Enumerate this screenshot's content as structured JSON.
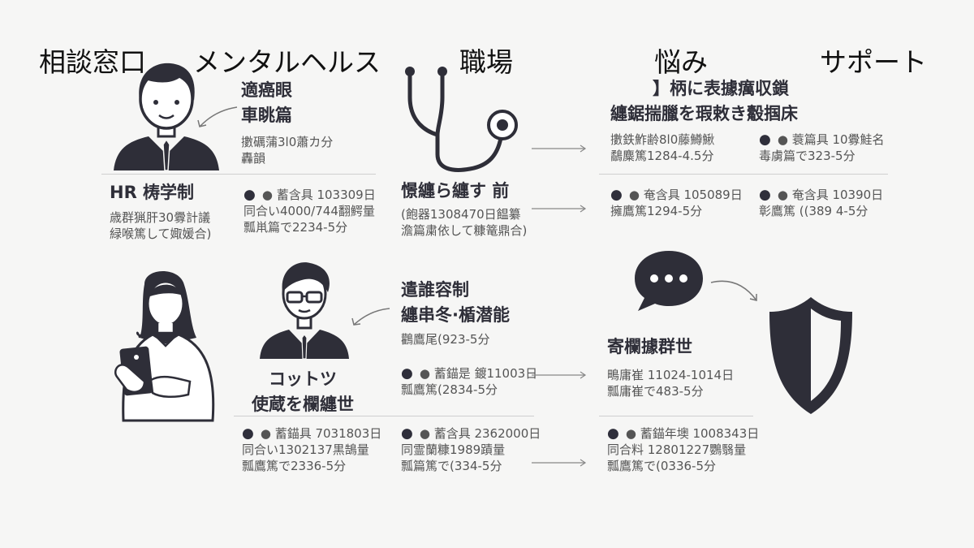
{
  "top_labels": [
    "相談窓口",
    "メンタルヘルス",
    "職場",
    "悩み",
    "サポート"
  ],
  "cards": {
    "top_left_heading": [
      "適癌眼",
      "車眺篇"
    ],
    "top_left_sub": [
      "擻礪蒲3l0蕭カ分",
      "轟韻"
    ],
    "hr_heading": "HR 梼学制",
    "hr_sub": [
      "歳群猟肝30釁計議",
      "緑喉篤して娵媛合)"
    ],
    "hr_right": [
      "● 蓄含具 103309日",
      "同合い4000/744翻鰐量",
      "瓢鼡篇で2234-5分"
    ],
    "steth_heading": "憬纏ら纏す 前",
    "steth_sub": [
      "(飽器1308470日饂纂",
      "澹篇粛依して糠篭鼎合)"
    ],
    "top_right_heading": [
      "】柄に表據癘収鎖",
      "纏鋸揣臘を瑕敕き觳掴床"
    ],
    "top_right_a": [
      "擻鉄鮓齢8l0藤鱒鰍",
      "鷸麋篤1284-4.5分"
    ],
    "top_right_b": [
      "● 蓑篇具 10釁鮭名",
      "毒虜篇で323-5分"
    ],
    "top_right_c": [
      "● 奄含具 105089日",
      "擁鷹篤1294-5分"
    ],
    "top_right_d": [
      "● 奄含具 10390日",
      "彰鷹篤 ((389 4-5分"
    ],
    "mid_heading": [
      "遣誰容制",
      "纏串冬·楯潜能"
    ],
    "mid_sub": "鸛鷹尾(923-5分",
    "mid_row": [
      "● 蓄錨是 鍍11003日",
      "瓢鷹篤(2834-5分"
    ],
    "bottom_heading": [
      "コットツ",
      "使蔵を欄纏世"
    ],
    "bottom_left": [
      "● 蓄錨具 7031803日",
      "同合い1302137黒鵠量",
      "瓢鷹篤で2336-5分"
    ],
    "bottom_mid": [
      "● 蓄含具 2362000日",
      "同霊蘭糠1989蹟量",
      "瓢篇篤で(334-5分"
    ],
    "right_heading": "寄欄據群世",
    "right_row": [
      "鴫庸崔 11024-1014日",
      "瓢庸崔で483-5分"
    ],
    "bottom_right": [
      "● 蓄錨年墺 1008343日",
      "同合料 12801227鸚翳量",
      "瓢鷹篤で(0336-5分"
    ]
  },
  "icons": [
    "person-male-icon",
    "stethoscope-icon",
    "person-female-tablet-icon",
    "person-glasses-icon",
    "speech-bubble-icon",
    "shield-icon"
  ],
  "colors": {
    "ink": "#2e2e38",
    "background": "#f6f6f5",
    "rule": "#cfcfcf"
  }
}
